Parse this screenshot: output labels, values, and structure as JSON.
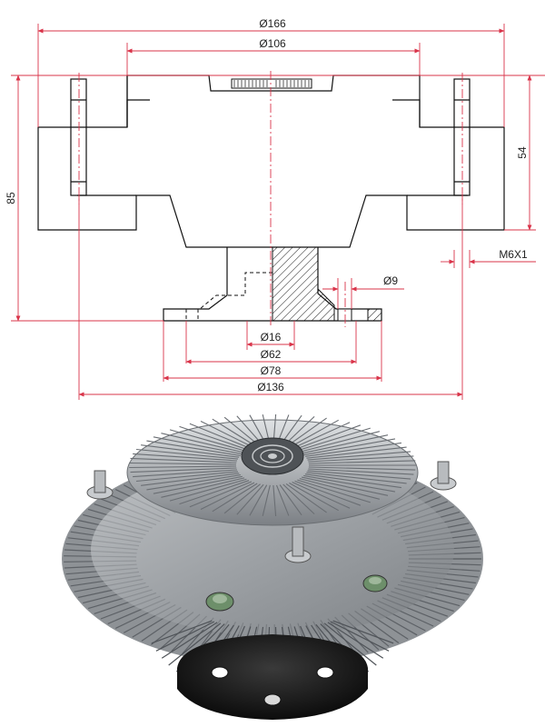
{
  "drawing": {
    "dims": {
      "d166": "Ø166",
      "d106": "Ø106",
      "h85": "85",
      "h54": "54",
      "thread": "M6X1",
      "d9": "Ø9",
      "d16": "Ø16",
      "d62": "Ø62",
      "d78": "Ø78",
      "d136": "Ø136"
    }
  },
  "colors": {
    "dimension_lines": "#d9344a",
    "outline": "#111111",
    "flange": "#1b1b1b",
    "fins": "#b9bcbf"
  },
  "photo": {
    "subject": "fan-clutch"
  }
}
